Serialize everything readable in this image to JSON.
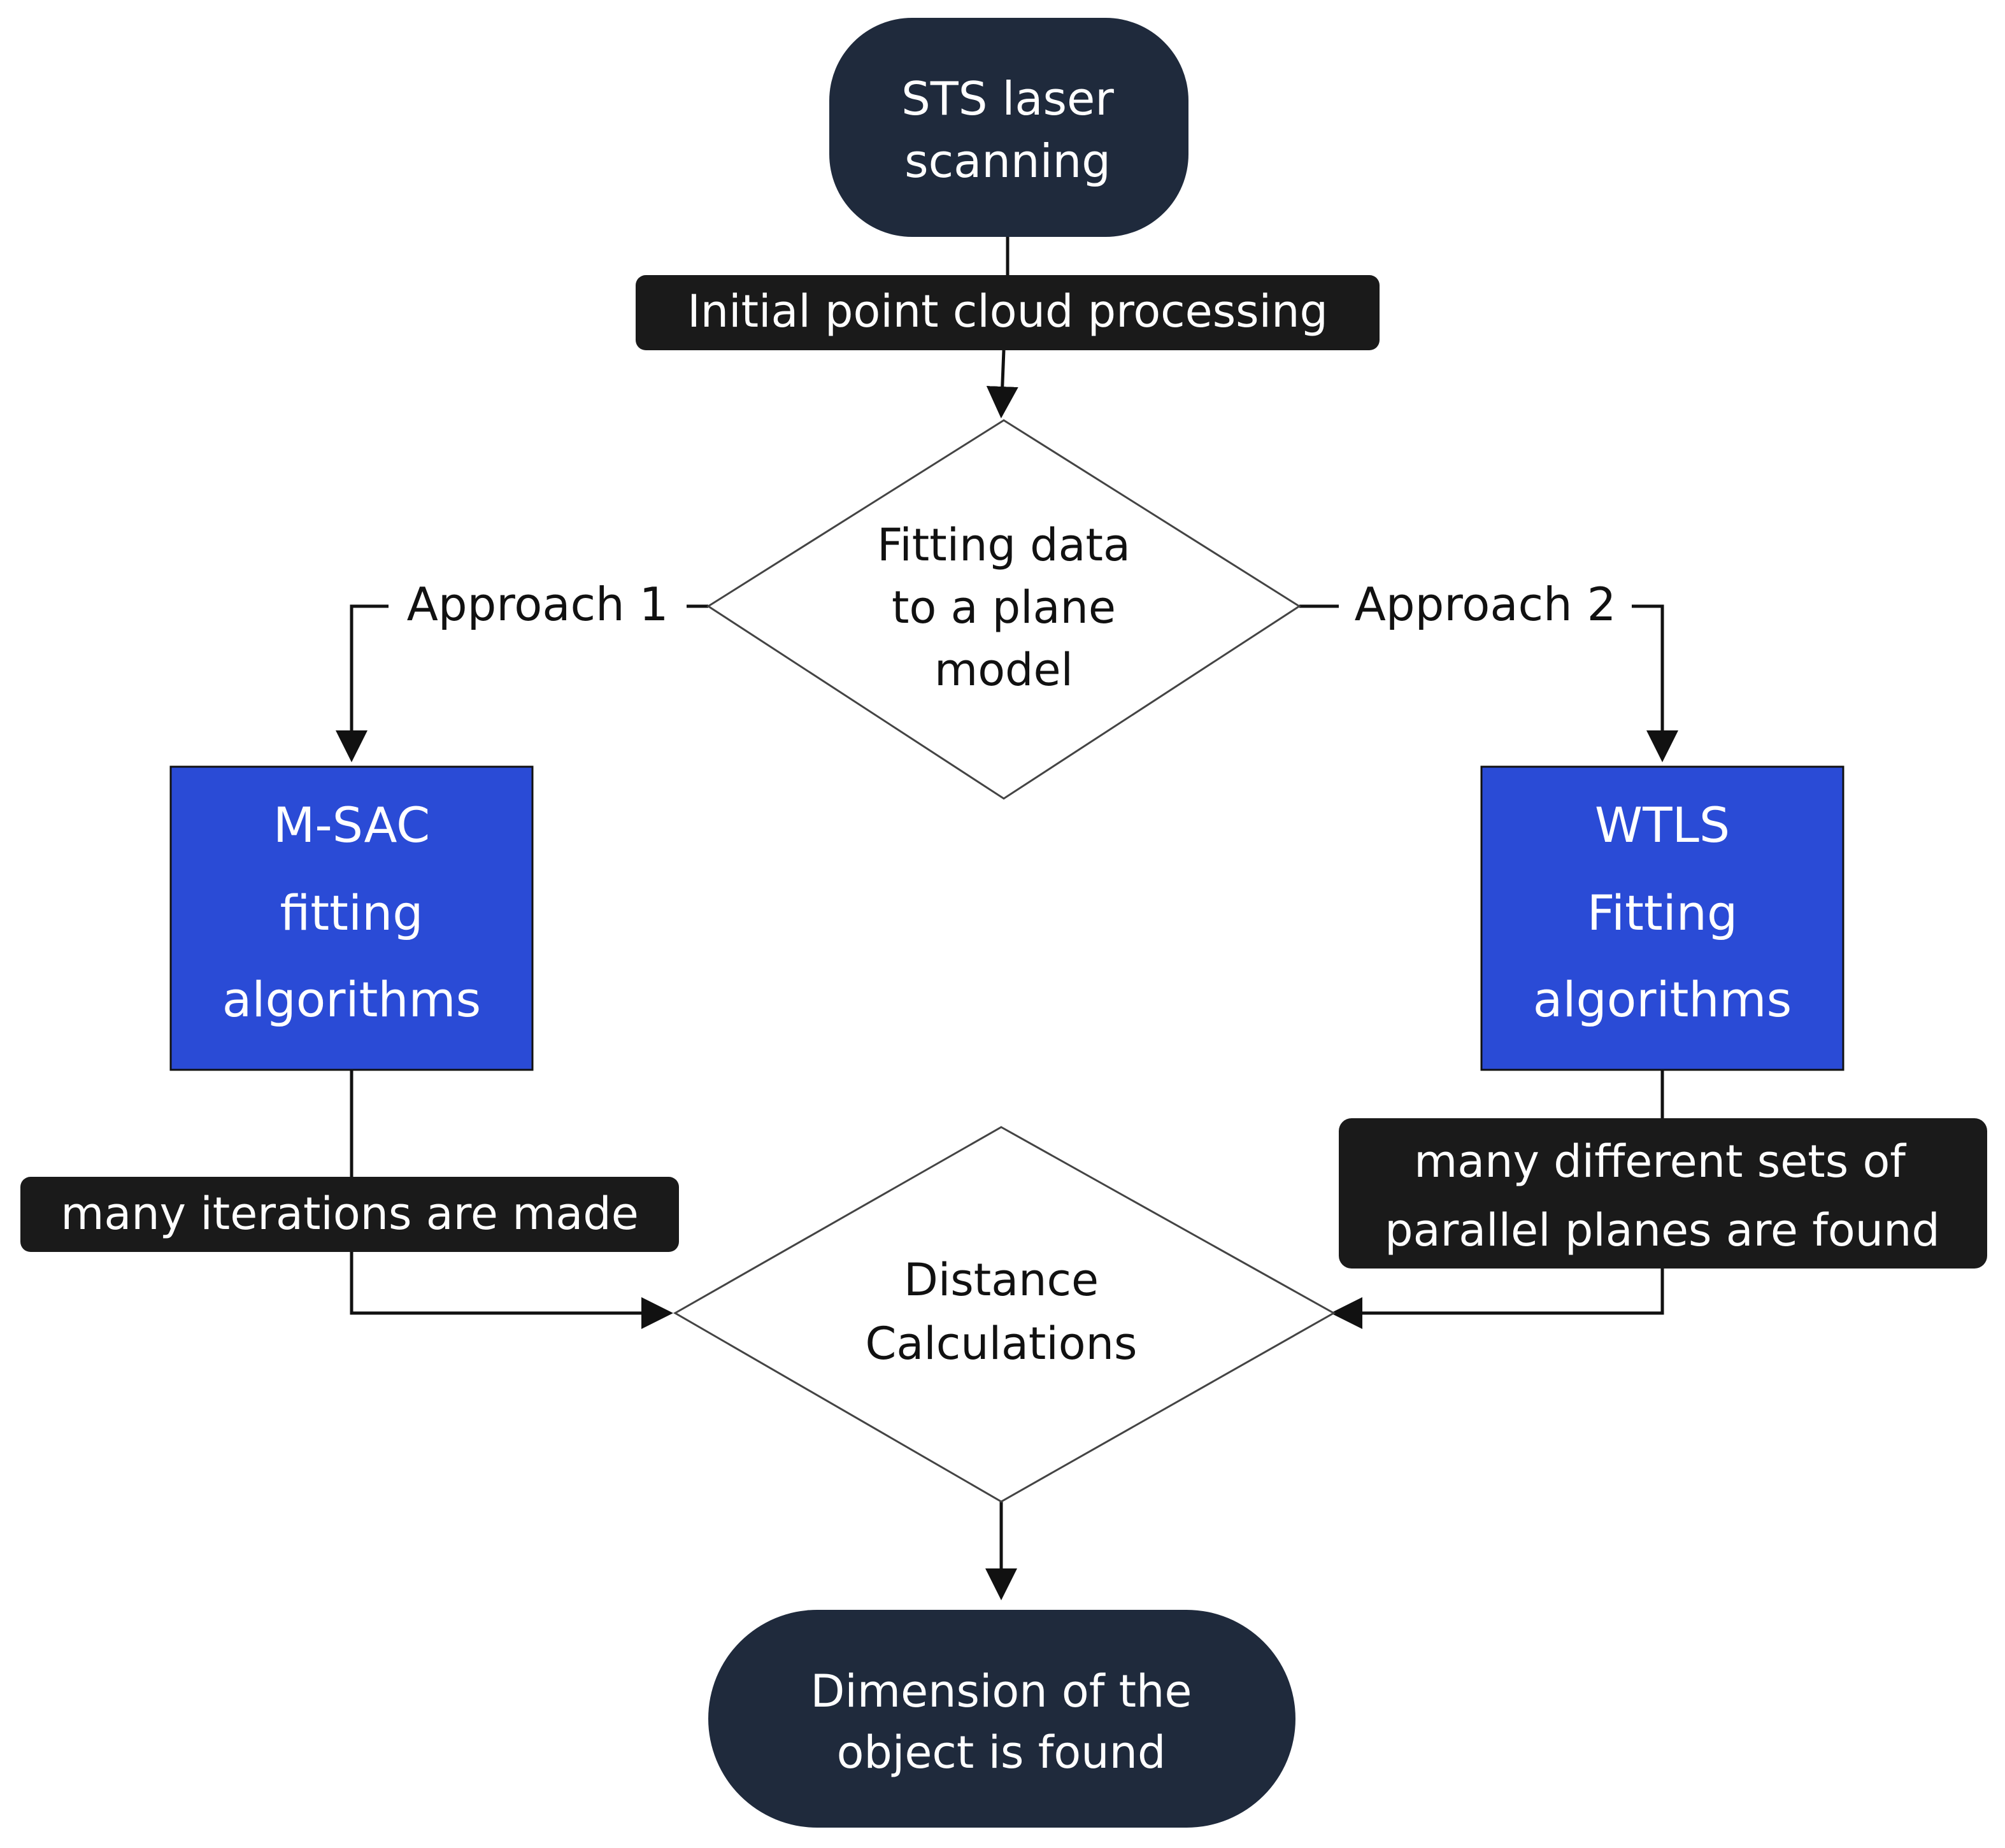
{
  "nodes": {
    "start": {
      "lines": [
        "STS laser",
        "scanning"
      ]
    },
    "fit_decision": {
      "lines": [
        "Fitting data",
        "to a plane",
        "model"
      ]
    },
    "msac": {
      "lines": [
        "M-SAC",
        "fitting",
        "algorithms"
      ]
    },
    "wtls": {
      "lines": [
        "WTLS",
        "Fitting",
        "algorithms"
      ]
    },
    "distance": {
      "lines": [
        "Distance",
        "Calculations"
      ]
    },
    "end": {
      "lines": [
        "Dimension of the",
        "object is found"
      ]
    }
  },
  "labels": {
    "initial_processing": "Initial point cloud processing",
    "approach_1": "Approach 1",
    "approach_2": "Approach 2",
    "iterations": "many iterations are made",
    "parallel_planes": [
      "many different sets of",
      "parallel  planes are found"
    ]
  },
  "colors": {
    "terminal": "#1f2a3c",
    "process": "#2a4bd6",
    "label_bg": "#1a1a1a",
    "line": "#111111"
  }
}
